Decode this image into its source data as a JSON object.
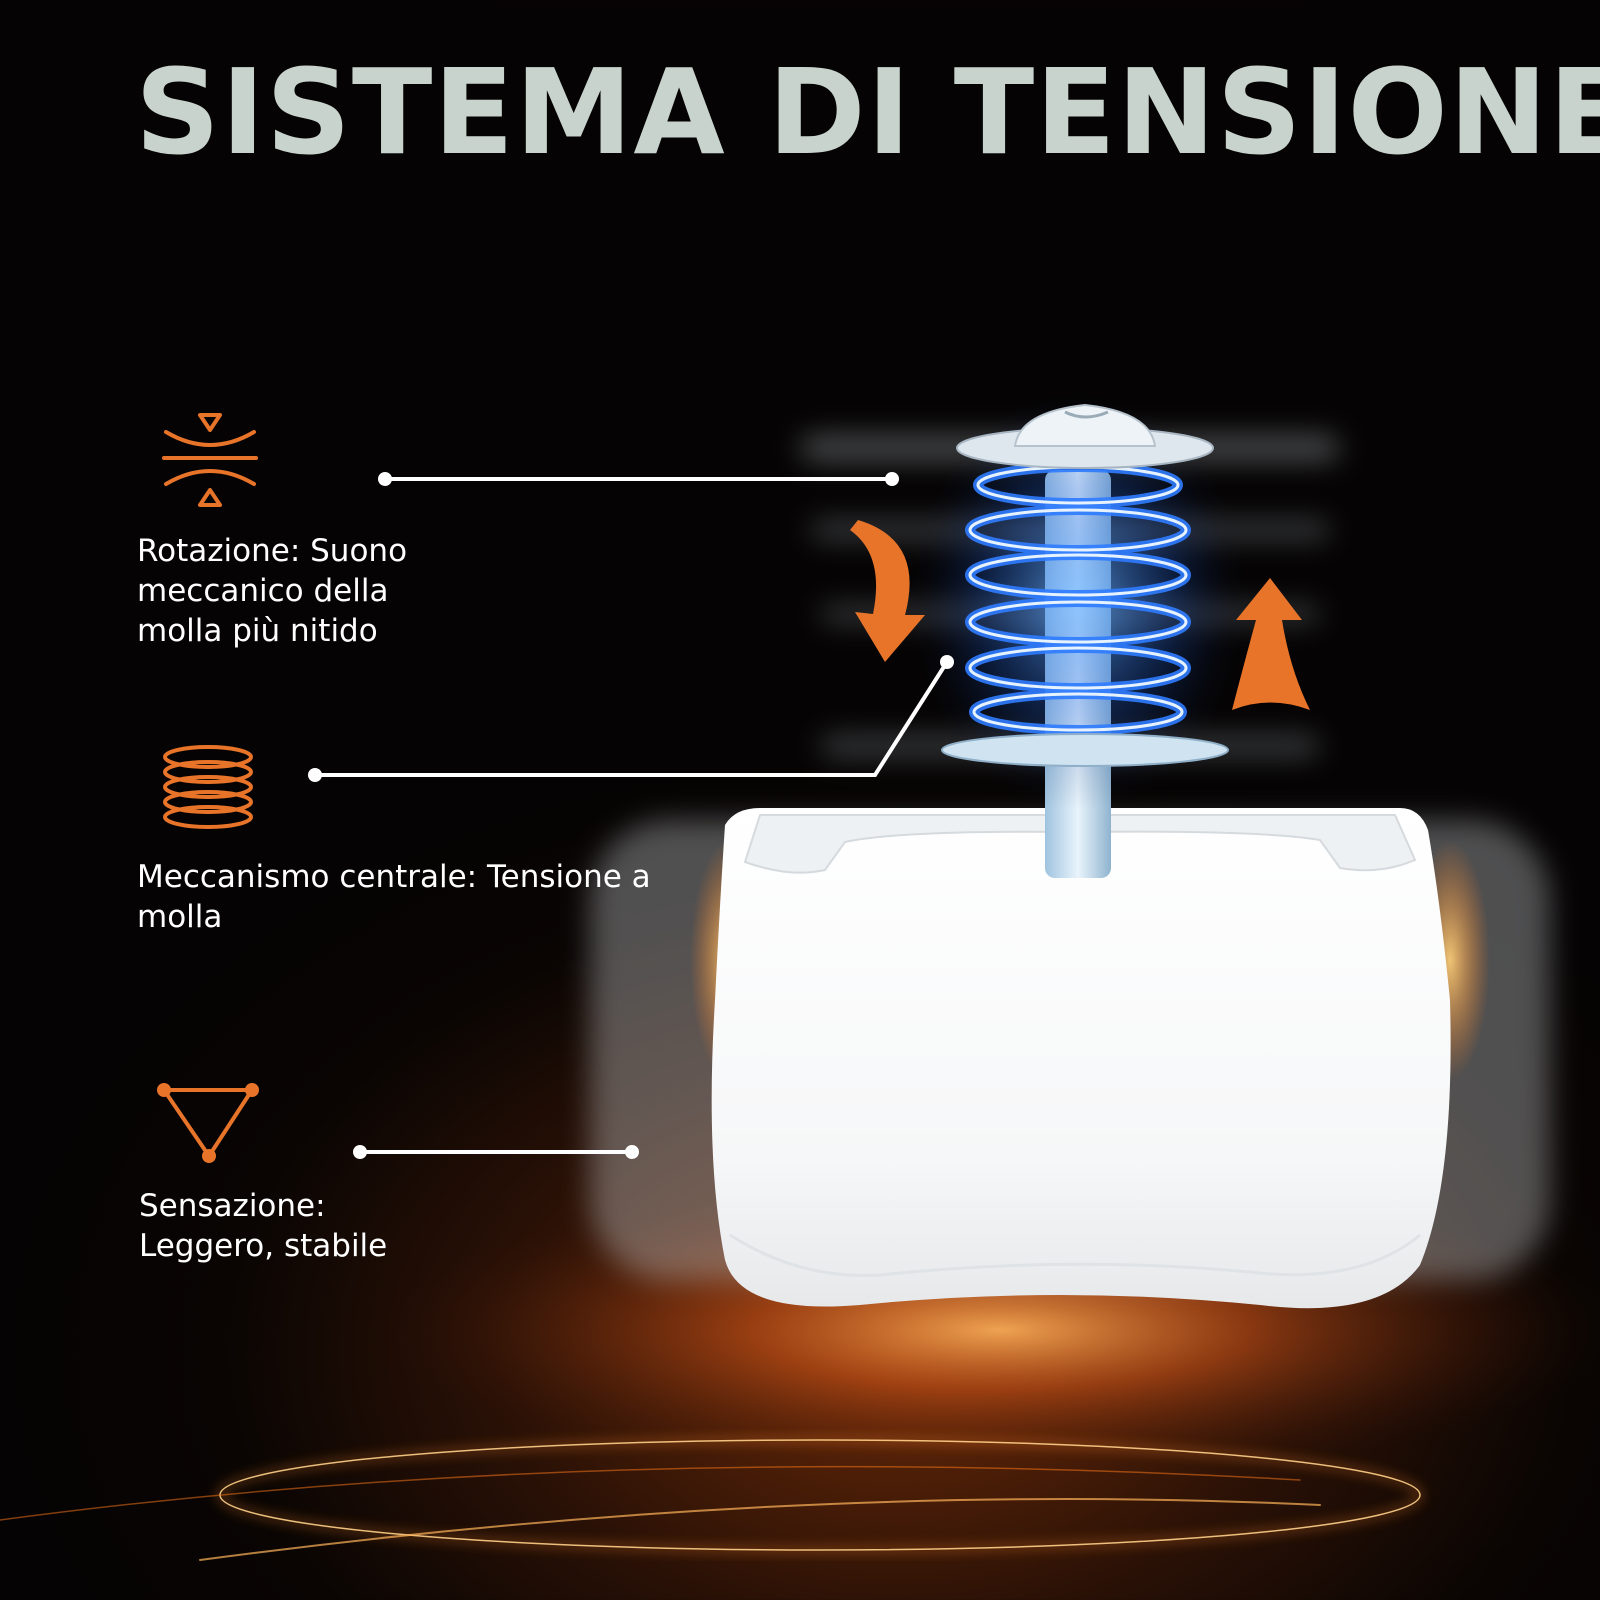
{
  "title": "SISTEMA DI TENSIONE",
  "colors": {
    "accent": "#e8742a",
    "title": "#c9d3cd",
    "spring": "#3f8cff",
    "text": "#ffffff"
  },
  "features": [
    {
      "icon": "compression-icon",
      "text": "Rotazione: Suono meccanico della molla più nitido"
    },
    {
      "icon": "coil-spring-icon",
      "text": "Meccanismo centrale: Tensione a molla"
    },
    {
      "icon": "triangle-nodes-icon",
      "text": "Sensazione: Leggero, stabile"
    }
  ]
}
